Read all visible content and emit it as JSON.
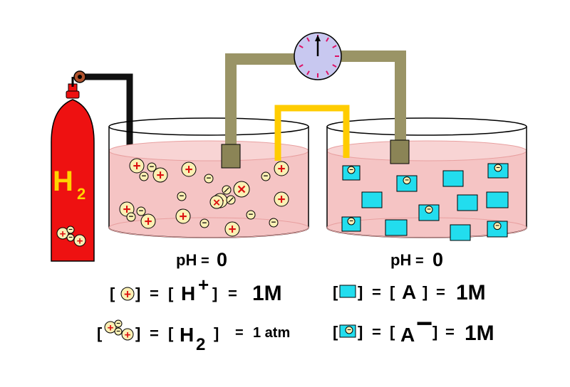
{
  "cylinder": {
    "label_main": "H",
    "label_sub": "2"
  },
  "left_beaker": {
    "ph_label": "pH",
    "ph_eq": "=",
    "ph_value": "0"
  },
  "right_beaker": {
    "ph_label": "pH",
    "ph_eq": "=",
    "ph_value": "0"
  },
  "legend": {
    "row1": {
      "open": "[",
      "close": "]",
      "eq1": "=",
      "species_open": "[",
      "species": "H",
      "charge": "+",
      "species_close": "]",
      "eq2": "=",
      "value": "1M"
    },
    "row2": {
      "open": "[",
      "close": "]",
      "eq1": "=",
      "species_open": "[",
      "species": "H",
      "subscript": "2",
      "species_close": "]",
      "eq2": "=",
      "value": "1 atm"
    },
    "row3": {
      "open": "[",
      "close": "]",
      "eq1": "=",
      "species_open": "[",
      "species": "A",
      "species_close": "]",
      "eq2": "=",
      "value": "1M"
    },
    "row4": {
      "open": "[",
      "close": "]",
      "eq1": "=",
      "species_open": "[",
      "species": "A",
      "charge": "−",
      "species_close": "]",
      "eq2": "=",
      "value": "1M"
    }
  },
  "glyphs": {
    "plus": "+",
    "minus": "−",
    "cross": "✕"
  },
  "colors": {
    "cylinder_red": "#ee1111",
    "solution_pink": "#f5c4c4",
    "electrode_olive": "#9a9466",
    "salt_bridge_yellow": "#ffcc00",
    "meter_face": "#c8c8f0",
    "ion_fill": "#fbf0b4",
    "ion_plus": "#dd1111",
    "anion_cyan": "#22ddee",
    "h2_label": "#ffd400"
  }
}
